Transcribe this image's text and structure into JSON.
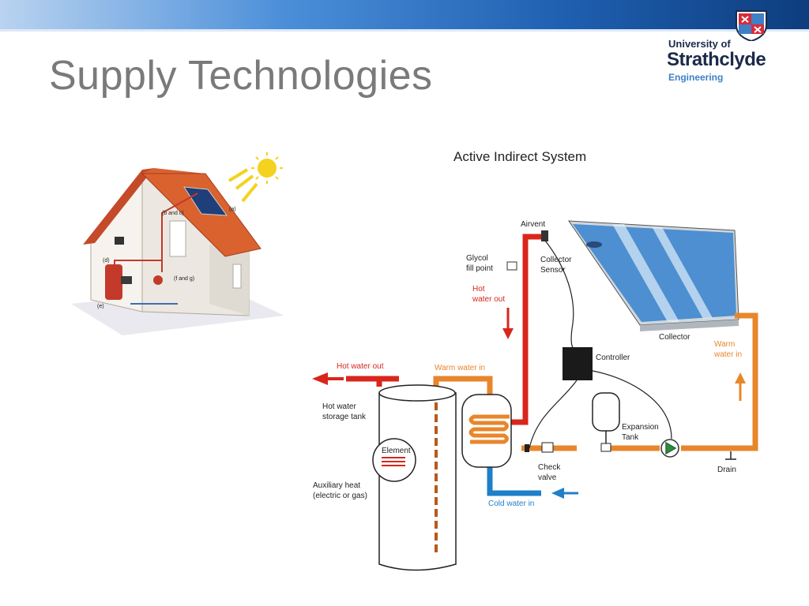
{
  "slide": {
    "title": "Supply Technologies"
  },
  "logo": {
    "line1": "University of",
    "line2": "Strathclyde",
    "line3": "Engineering"
  },
  "house_labels": {
    "a": "(a)",
    "bc": "(b and c)",
    "d": "(d)",
    "e": "(e)",
    "fg": "(f and g)"
  },
  "diagram": {
    "title": "Active Indirect System",
    "labels": {
      "airvent": "Airvent",
      "glycol1": "Glycol",
      "glycol2": "fill point",
      "collector_sensor1": "Collector",
      "collector_sensor2": "Sensor",
      "hot1": "Hot",
      "hot2": "water out",
      "collector": "Collector",
      "warm_in1": "Warm",
      "warm_in2": "water in",
      "controller": "Controller",
      "hot_water_out": "Hot water out",
      "warm_water_in": "Warm water in",
      "tank1": "Hot water",
      "tank2": "storage tank",
      "element": "Element",
      "expansion1": "Expansion",
      "expansion2": "Tank",
      "check1": "Check",
      "check2": "valve",
      "drain": "Drain",
      "aux1": "Auxiliary heat",
      "aux2": "(electric or gas)",
      "cold_water_in": "Cold water in"
    },
    "colors": {
      "hot": "#d9261c",
      "warm": "#e8862b",
      "cold": "#1f7fc8"
    }
  }
}
